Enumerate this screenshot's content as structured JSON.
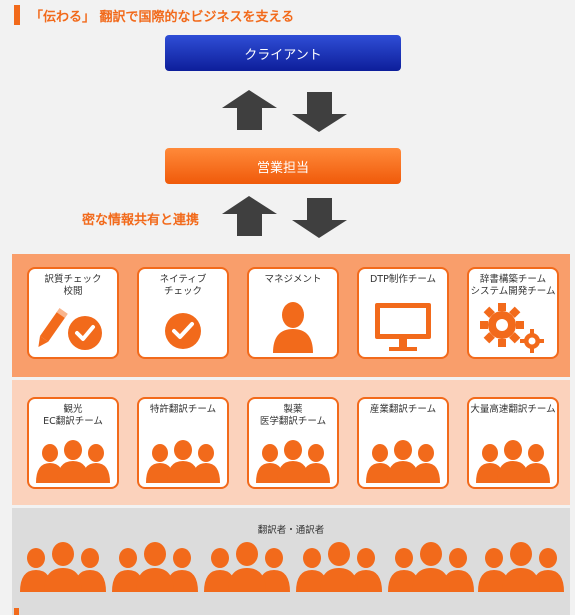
{
  "title": "「伝わる」 翻訳で国際的なビジネスを支える",
  "client": "クライアント",
  "sales": "営業担当",
  "coop_label": "密な情報共有と連携",
  "support_teams": [
    {
      "label": "訳質チェック\n校閲",
      "icon": "pencil-check-icon"
    },
    {
      "label": "ネイティブ\nチェック",
      "icon": "check-circle-icon"
    },
    {
      "label": "マネジメント",
      "icon": "person-icon"
    },
    {
      "label": "DTP制作チーム",
      "icon": "monitor-icon"
    },
    {
      "label": "辞書構築チーム\nシステム開発チーム",
      "icon": "gears-icon"
    }
  ],
  "translation_teams": [
    {
      "label": "観光\nEC翻訳チーム",
      "icon": "group-icon"
    },
    {
      "label": "特許翻訳チーム",
      "icon": "group-icon"
    },
    {
      "label": "製薬\n医学翻訳チーム",
      "icon": "group-icon"
    },
    {
      "label": "産業翻訳チーム",
      "icon": "group-icon"
    },
    {
      "label": "大量高速翻訳チーム",
      "icon": "group-icon"
    }
  ],
  "translators_label": "翻訳者・通訳者",
  "colors": {
    "orange": "#f26a1b",
    "blue": "#0d1e9a",
    "dark_arrow": "#3a3a3a"
  }
}
